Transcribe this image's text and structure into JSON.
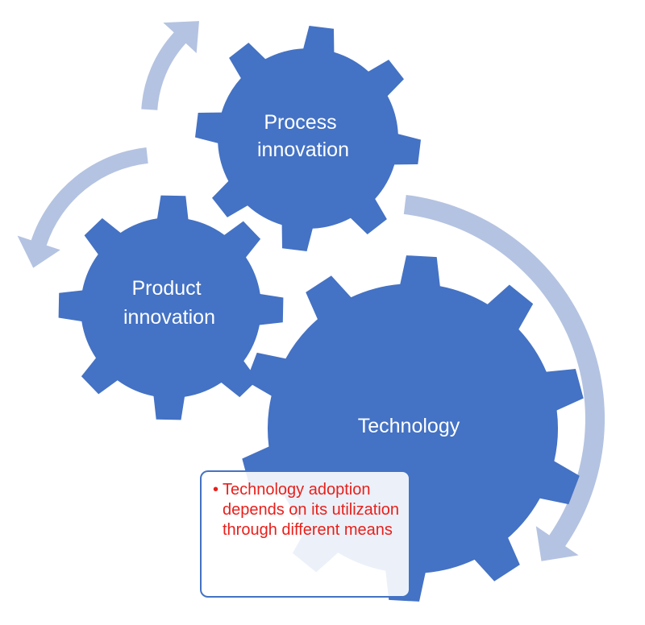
{
  "diagram": {
    "gears": [
      {
        "id": "process",
        "label_lines": [
          "Process",
          "innovation"
        ],
        "color": "#4472C4"
      },
      {
        "id": "product",
        "label_lines": [
          "Product",
          "innovation"
        ],
        "color": "#4472C4"
      },
      {
        "id": "technology",
        "label_lines": [
          "Technology"
        ],
        "color": "#4472C4"
      }
    ],
    "arrow_color": "#B4C3E1",
    "note": {
      "bullet": "•",
      "text": "Technology adoption depends on its utilization through different means",
      "text_color": "#E8201C",
      "border_color": "#4472C4"
    }
  }
}
